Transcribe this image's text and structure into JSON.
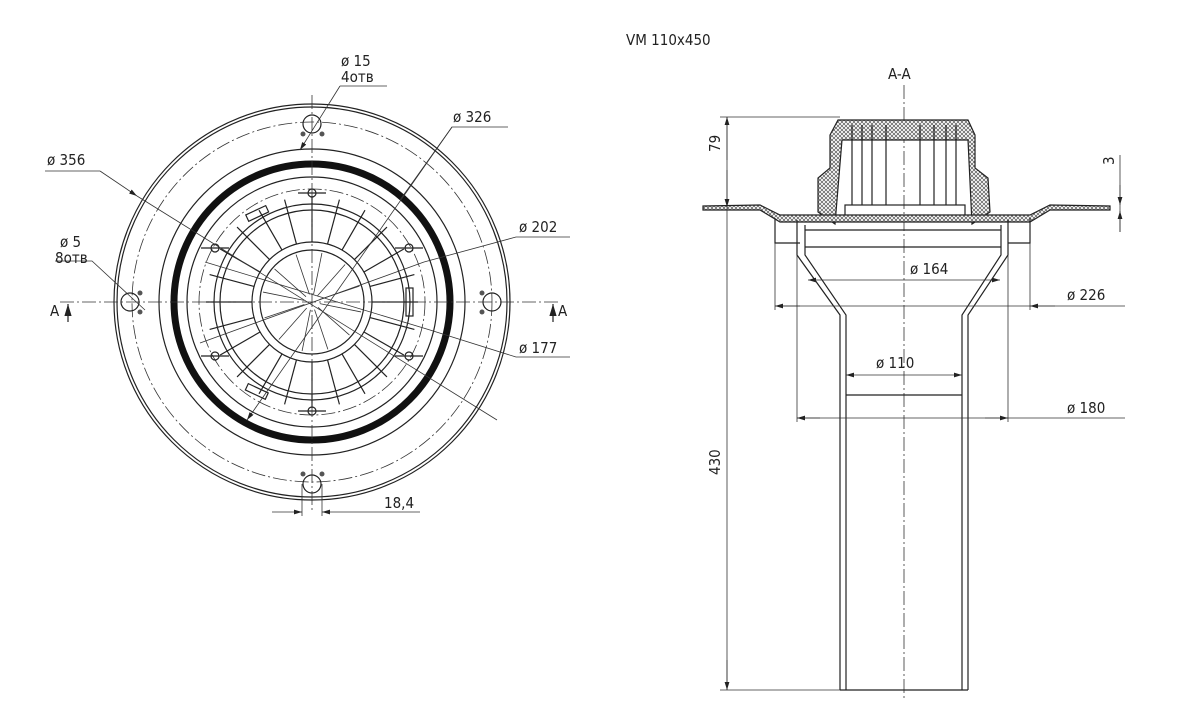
{
  "title": "VM 110x450",
  "plan_view": {
    "section_mark_left": "A",
    "section_mark_right": "A",
    "dimensions": {
      "hole_large_dia": "ø 15",
      "hole_large_count": "4отв",
      "dia_326": "ø 326",
      "dia_356": "ø 356",
      "dia_202": "ø 202",
      "hole_small_dia": "ø 5",
      "hole_small_count": "8отв",
      "dia_177": "ø 177",
      "offset": "18,4"
    }
  },
  "section_view": {
    "label": "A-A",
    "dimensions": {
      "height_top": "79",
      "flange_thickness": "3",
      "dia_164": "ø 164",
      "dia_226": "ø 226",
      "dia_110": "ø 110",
      "dia_180": "ø 180",
      "height_pipe": "430"
    }
  }
}
